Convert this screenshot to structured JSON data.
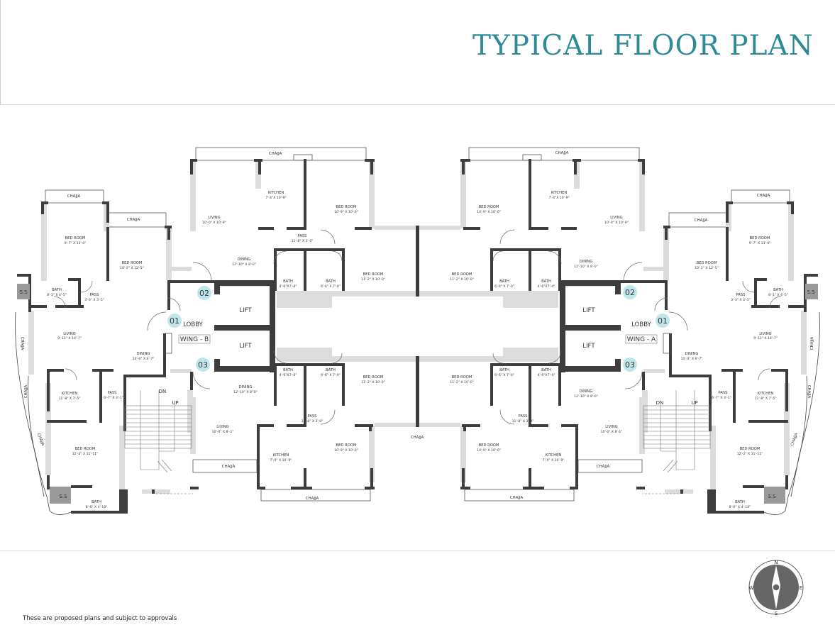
{
  "title": "TYPICAL FLOOR PLAN",
  "disclaimer": "These are proposed plans and subject to approvals",
  "colors": {
    "title": "#2e8a96",
    "badge": "#bfe6e8",
    "wall": "#3d3d3d",
    "wall_light": "#dcdcdc"
  },
  "wings": {
    "b": "WING - B",
    "a": "WING - A"
  },
  "markers": {
    "one": "01",
    "two": "02",
    "three": "03"
  },
  "compass": {
    "n": "N",
    "s": "S",
    "e": "E",
    "w": "W"
  },
  "rooms": {
    "chajja": "CHAJJA",
    "ss": "S.S",
    "lift": "LIFT",
    "lobby": "LOBBY",
    "dn": "DN",
    "up": "UP",
    "living": "LIVING",
    "kitchen": "KITCHEN",
    "bedroom": "BED ROOM",
    "bath": "BATH",
    "pass": "PASS",
    "dining": "DINING"
  },
  "dims": {
    "b_top_bed1": "9'-7\" X 13'-0\"",
    "b_top_bed2": "10'-2\" X 12'-5\"",
    "b_top_bath": "8'-1\" X 4'-5\"",
    "b_top_pass": "3'-3\" X 3'-5\"",
    "b_top_living": "9'-11\" X 14'-7\"",
    "b_top_dining": "10'-0\" X 6'-7\"",
    "c1_living": "10'-0\" X 10'-9\"",
    "c1_kitchen": "7'-4\"X 10'-9\"",
    "c1_bed": "10'-9\" X 10'-0\"",
    "c1_pass": "11'-8\" X 3'-0\"",
    "c1_dining": "12'-10\" X 8'-0\"",
    "c1_bath1": "4'-6\"X7'-4\"",
    "c1_bath2": "6'-6\" X 7'-0\"",
    "c1_bed2": "11'-2\" X 10'-0\"",
    "b_bot_kitchen": "11'-8\" X 7'-5\"",
    "b_bot_pass": "6'-7\" X 3'-1\"",
    "b_bot_bed": "12'-2\" X 11'-11\"",
    "b_bot_bath": "8'-6\" X 4'-10\"",
    "c3_dining": "12'-10\" X 8'-0\"",
    "c3_living": "10'-0\" X 8'-1\"",
    "c3_kitchen": "7'-4\" X 10'-9\"",
    "c3_bed": "10'-9\" X 10'-0\"",
    "c3_pass": "11'-8\" X 3'-0\""
  }
}
